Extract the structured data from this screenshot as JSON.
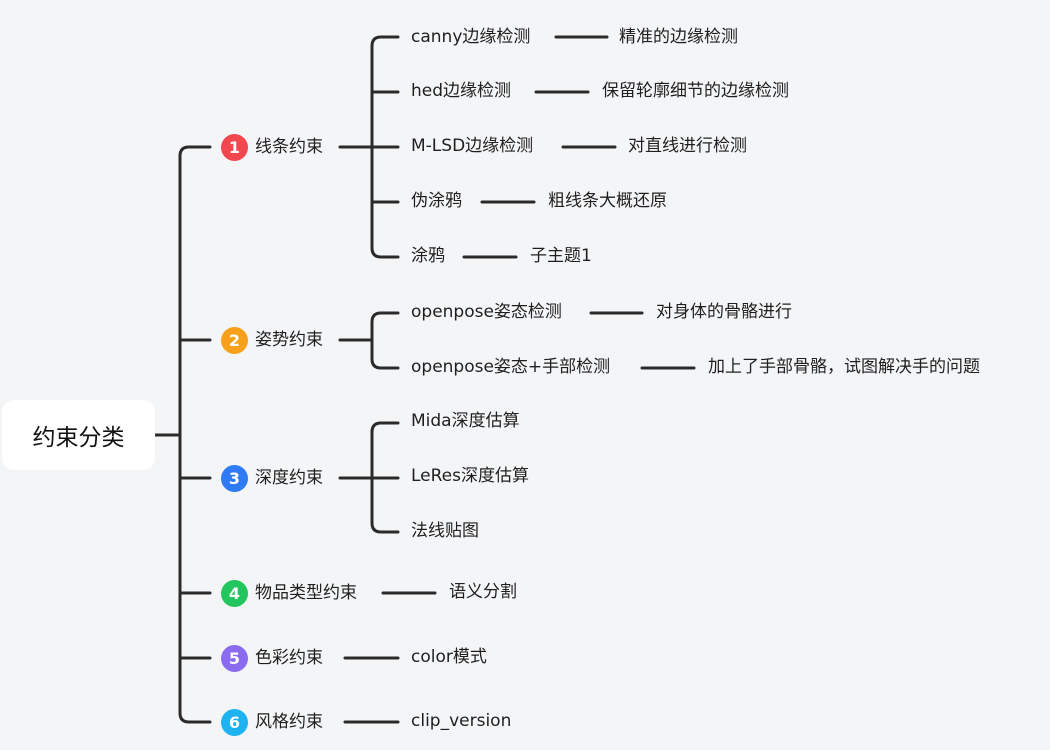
{
  "root": {
    "label": "约束分类"
  },
  "categories": [
    {
      "num": "1",
      "label": "线条约束",
      "color": "#f0484e",
      "children": [
        {
          "label": "canny边缘检测",
          "note": "精准的边缘检测"
        },
        {
          "label": "hed边缘检测",
          "note": "保留轮廓细节的边缘检测"
        },
        {
          "label": "M-LSD边缘检测",
          "note": "对直线进行检测"
        },
        {
          "label": "伪涂鸦",
          "note": "粗线条大概还原"
        },
        {
          "label": "涂鸦",
          "note": "子主题1"
        }
      ]
    },
    {
      "num": "2",
      "label": "姿势约束",
      "color": "#f7a01c",
      "children": [
        {
          "label": "openpose姿态检测",
          "note": "对身体的骨骼进行"
        },
        {
          "label": "openpose姿态+手部检测",
          "note": "加上了手部骨骼，试图解决手的问题"
        }
      ]
    },
    {
      "num": "3",
      "label": "深度约束",
      "color": "#2f7bf5",
      "children": [
        {
          "label": "Mida深度估算"
        },
        {
          "label": "LeRes深度估算"
        },
        {
          "label": "法线贴图"
        }
      ]
    },
    {
      "num": "4",
      "label": "物品类型约束",
      "color": "#22c55e",
      "note": "语义分割"
    },
    {
      "num": "5",
      "label": "色彩约束",
      "color": "#8b6cf0",
      "note": "color模式"
    },
    {
      "num": "6",
      "label": "风格约束",
      "color": "#1fb2f0",
      "note": "clip_version"
    }
  ]
}
